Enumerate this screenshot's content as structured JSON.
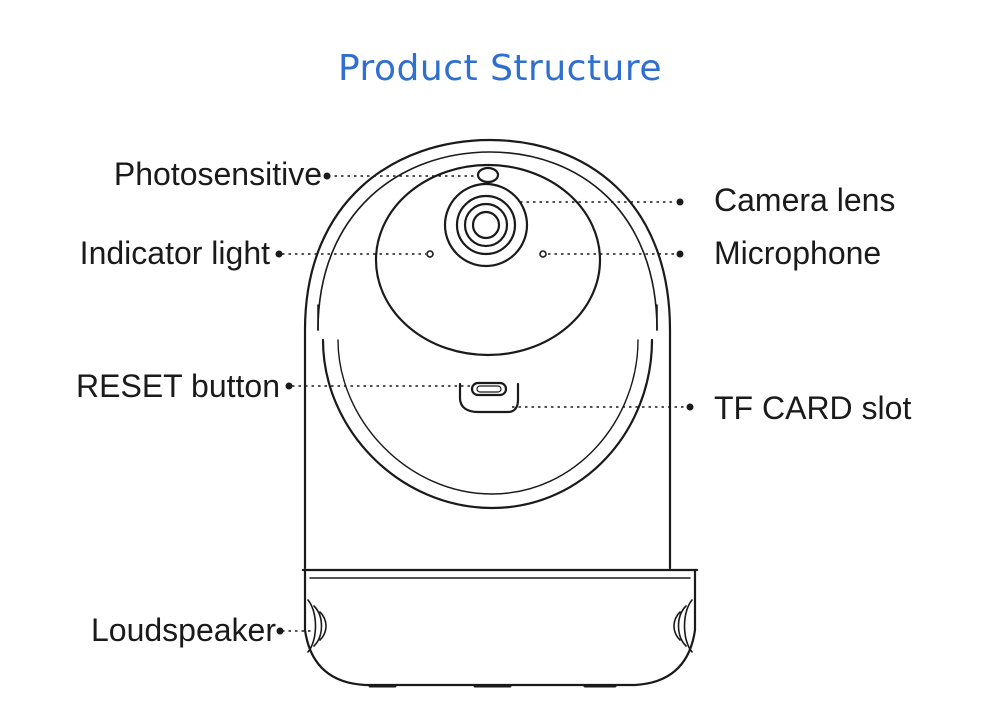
{
  "title": "Product Structure",
  "labels": {
    "photosensitive": "Photosensitive",
    "camera_lens": "Camera lens",
    "indicator_light": "Indicator light",
    "microphone": "Microphone",
    "reset_button": "RESET button",
    "tf_card_slot": "TF CARD slot",
    "loudspeaker": "Loudspeaker"
  },
  "colors": {
    "title": "#2e6fd0",
    "line": "#1a1a1a"
  }
}
